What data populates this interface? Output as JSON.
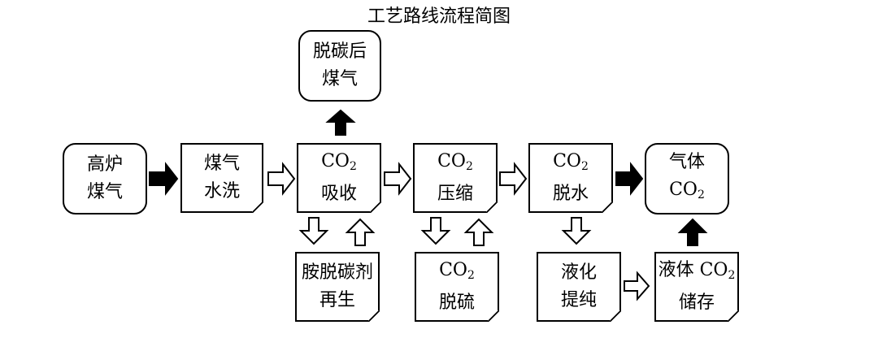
{
  "title": "工艺路线流程简图",
  "nodes": {
    "blast_gas": [
      "高炉",
      "煤气"
    ],
    "wash": [
      "煤气",
      "水洗"
    ],
    "absorb": {
      "co2": "CO",
      "sub": "2",
      "line2": "吸收"
    },
    "decarb_gas": [
      "脱碳后",
      "煤气"
    ],
    "compress": {
      "co2": "CO",
      "sub": "2",
      "line2": "压缩"
    },
    "dewater": {
      "co2": "CO",
      "sub": "2",
      "line2": "脱水"
    },
    "gas_co2": {
      "line1": "气体",
      "co2": "CO",
      "sub": "2"
    },
    "regen": [
      "胺脱碳剂",
      "再生"
    ],
    "desulf": {
      "co2": "CO",
      "sub": "2",
      "line2": "脱硫"
    },
    "liquefy": [
      "液化",
      "提纯"
    ],
    "liquid_store": {
      "line1a": "液体 ",
      "co2": "CO",
      "sub": "2",
      "line2": "储存"
    }
  }
}
